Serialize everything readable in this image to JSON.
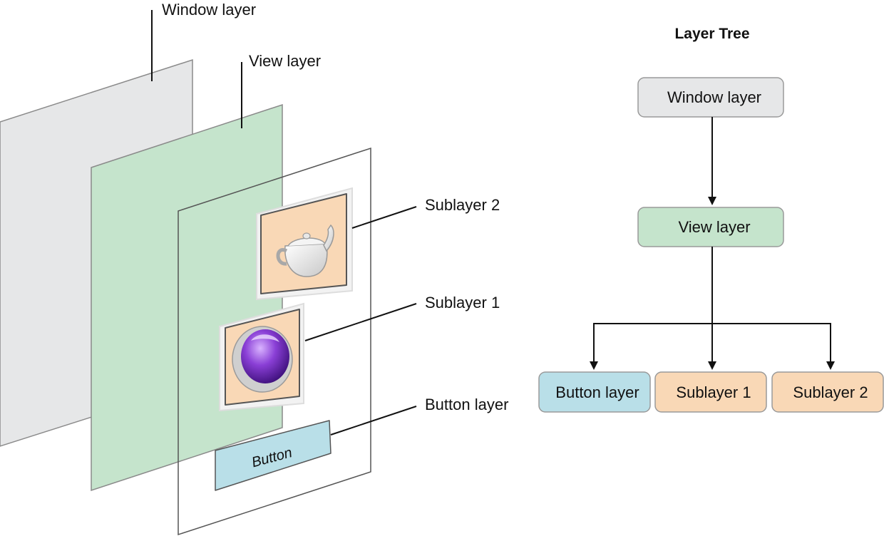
{
  "colors": {
    "window": "#e6e7e8",
    "view": "#c5e4cc",
    "button": "#b9dfe8",
    "sublayer": "#f9d8b6",
    "stroke": "#8a8a8a",
    "line": "#111111"
  },
  "left": {
    "window_label": "Window layer",
    "view_label": "View layer",
    "sublayer2_label": "Sublayer 2",
    "sublayer1_label": "Sublayer 1",
    "button_layer_label": "Button layer",
    "button_text": "Button",
    "sublayer2_icon": "teapot-icon",
    "sublayer1_icon": "purple-sphere-icon"
  },
  "tree": {
    "title": "Layer Tree",
    "root": "Window layer",
    "child": "View layer",
    "leaves": [
      "Button layer",
      "Sublayer 1",
      "Sublayer 2"
    ]
  }
}
